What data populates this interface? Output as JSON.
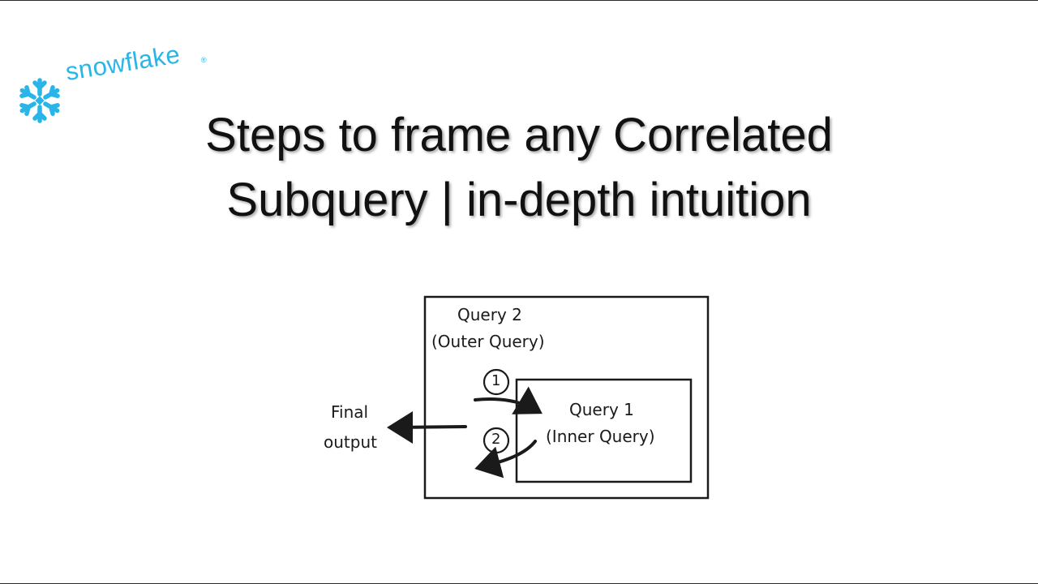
{
  "logo": {
    "text": "snowflake",
    "registered": "®",
    "icon": "snowflake-icon",
    "color": "#29b5e8"
  },
  "title": {
    "line1": "Steps to frame any Correlated",
    "line2": "Subquery | in-depth intuition"
  },
  "diagram": {
    "outer_query": {
      "line1": "Query 2",
      "line2": "(Outer Query)"
    },
    "inner_query": {
      "line1": "Query 1",
      "line2": "(Inner Query)"
    },
    "steps": [
      "1",
      "2"
    ],
    "output": {
      "line1": "Final",
      "line2": "output"
    }
  }
}
